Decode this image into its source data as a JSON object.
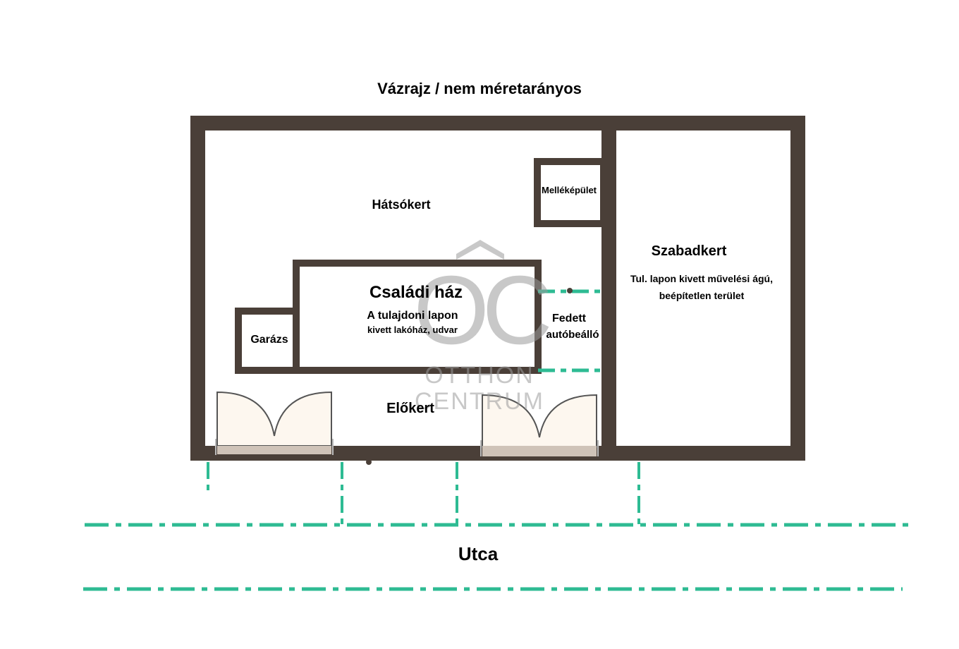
{
  "title": "Vázrajz / nem méretarányos",
  "colors": {
    "wall": "#4a3f38",
    "path": "#2ebb93",
    "gate_fill": "#fdf7ef",
    "gate_sill": "#cfc3b8",
    "watermark": "#9a9a9a"
  },
  "areas": {
    "backyard": "Hátsókert",
    "outbuilding": "Melléképület",
    "free_garden": {
      "title": "Szabadkert",
      "desc_line1": "Tul. lapon kivett művelési ágú,",
      "desc_line2": "beépítetlen terület"
    },
    "house": {
      "title": "Családi ház",
      "desc_line1": "A tulajdoni lapon",
      "desc_line2": "kivett lakóház, udvar"
    },
    "garage": "Garázs",
    "carport": {
      "line1": "Fedett",
      "line2": "autóbeálló"
    },
    "front_yard": "Előkert",
    "street": "Utca"
  },
  "watermark": {
    "logo": "OC",
    "line1": "OTTHON",
    "line2": "CENTRUM"
  }
}
